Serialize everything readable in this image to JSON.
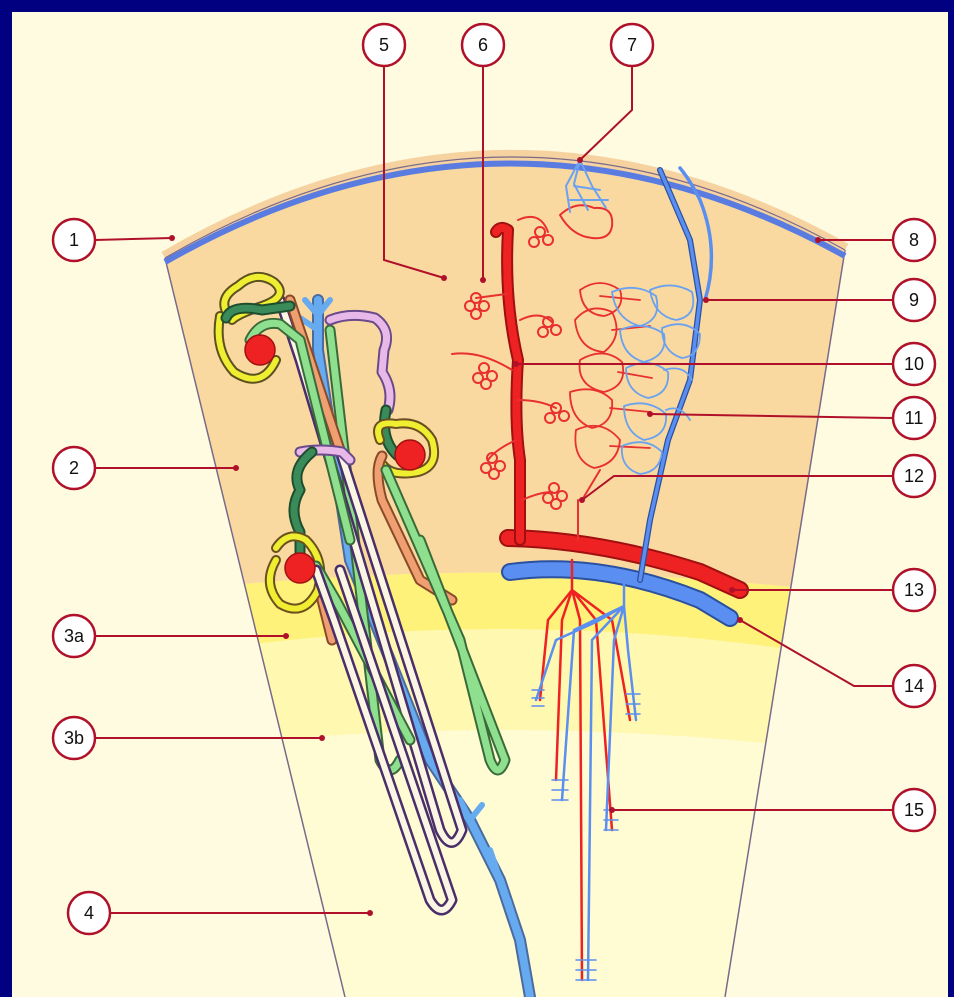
{
  "colors": {
    "frame": "#000080",
    "panel": "#fefbe0",
    "cortex": "#fad9a0",
    "outer_medulla_band": "#fff27a",
    "inner_medulla_band": "#fff8b0",
    "papilla": "#fffbd2",
    "capsule": "#5a7be0",
    "artery": "#ee2222",
    "vein": "#5a8ef0",
    "capillary_red": "#e83030",
    "capillary_blue": "#6aa2f0",
    "callout": "#b0102a"
  },
  "diagram": {
    "labels": [
      {
        "id": "1",
        "text": "1"
      },
      {
        "id": "2",
        "text": "2"
      },
      {
        "id": "3a",
        "text": "3a"
      },
      {
        "id": "3b",
        "text": "3b"
      },
      {
        "id": "4",
        "text": "4"
      },
      {
        "id": "5",
        "text": "5"
      },
      {
        "id": "6",
        "text": "6"
      },
      {
        "id": "7",
        "text": "7"
      },
      {
        "id": "8",
        "text": "8"
      },
      {
        "id": "9",
        "text": "9"
      },
      {
        "id": "10",
        "text": "10"
      },
      {
        "id": "11",
        "text": "11"
      },
      {
        "id": "12",
        "text": "12"
      },
      {
        "id": "13",
        "text": "13"
      },
      {
        "id": "14",
        "text": "14"
      },
      {
        "id": "15",
        "text": "15"
      }
    ]
  }
}
